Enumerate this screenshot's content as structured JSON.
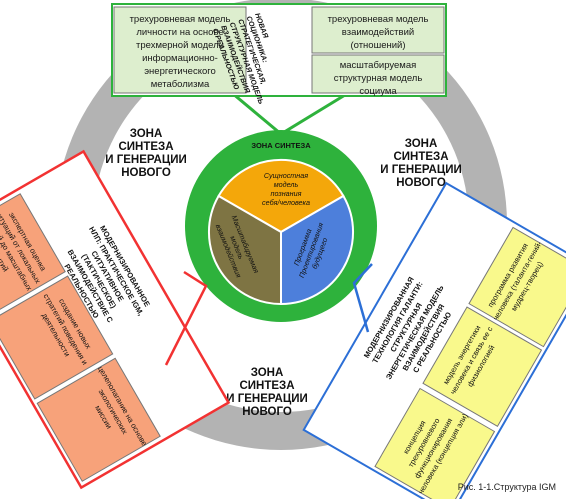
{
  "zones": {
    "top_right": [
      "ЗОНА",
      "СИНТЕЗА",
      "И ГЕНЕРАЦИИ",
      "НОВОГО"
    ],
    "top_left": [
      "ЗОНА",
      "СИНТЕЗА",
      "И ГЕНЕРАЦИИ",
      "НОВОГО"
    ],
    "bottom": [
      "ЗОНА",
      "СИНТЕЗА",
      "И ГЕНЕРАЦИИ",
      "НОВОГО"
    ]
  },
  "inner_ring_label": "ЗОНА СИНТЕЗА",
  "core": {
    "top": [
      "Сущностная",
      "модель",
      "познания",
      "себя/человека"
    ],
    "left": [
      "Масштабируемая",
      "модель",
      "взаимодействия"
    ],
    "right": [
      "Программа",
      "Проектирования",
      "будущего"
    ]
  },
  "green_block": {
    "left_box": [
      "трехуровневая модель",
      "личности на основе",
      "трехмерной модели",
      "информационно-",
      "энергетического",
      "метаболизма"
    ],
    "center_rotated": [
      "НОВАЯ",
      "СОЦИОНИКА:",
      "СТРАТЕГИЧЕСКАЯ,",
      "СТРУКТУРНАЯ МОДЕЛЬ",
      "ВЗАИМОДЕЙСТВИЯ",
      "С РЕАЛЬНОСТЬЮ"
    ],
    "right_top_box": [
      "трехуровневая модель",
      "взаимодействий",
      "(отношений)"
    ],
    "right_bottom_box": [
      "масштабируемая",
      "структурная модель",
      "социума"
    ]
  },
  "red_block": {
    "main": [
      "МОДЕРНИЗИРОВАННОЕ",
      "НЛП: ПРАКТИЧЕСКОЕ IGM,",
      "СИТУАТИВНОЕ",
      "(ТАКТИЧЕСКОЕ)",
      "ВЗАИМОДЕЙСТВИЕ С",
      "РЕАЛЬНОСТЬЮ"
    ],
    "top_box": [
      "экспертная оценка",
      "ситуаций от локальных",
      "реакций до масштабных",
      "событий"
    ],
    "bottom_left_box": [
      "целеполагание на основе",
      "экологических",
      "миссии"
    ],
    "bottom_right_box": [
      "создание новых",
      "стратегий поведения и",
      "деятельности"
    ]
  },
  "blue_block": {
    "main": [
      "МОДЕРНИЗИРОВАННАЯ",
      "ТЕХНОЛОГИЯ ГАЛАНТИ:",
      "СТРУКТУРНАЯ",
      "ЭНЕРГЕТИЧЕСКАЯ МОДЕЛЬ",
      "ВЗАИМОДЕЙСТВИЯ",
      "С РЕАЛЬНОСТЬЮ"
    ],
    "top_box_a": [
      "программа развития",
      "человека (таланта-гений-",
      "мудрец-творец)"
    ],
    "top_box_b": [
      "модель энергетики",
      "человека и связь ее с",
      "физиологией"
    ],
    "bottom_box": [
      "концепция",
      "трехуровневого",
      "функционирования",
      "человека (концепция эли)"
    ]
  },
  "caption": "Рис. 1-1.Структура IGM",
  "colors": {
    "outer_ring": "#b3b3b3",
    "white_disc": "#ffffff",
    "green": "#2eb23c",
    "green_box": "#ddeece",
    "orange_wedge": "#f4a70a",
    "olive_wedge": "#7e7443",
    "blue_wedge": "#4d7fdb",
    "red_box": "#f7a27a",
    "red_line": "#f23232",
    "yellow_box": "#f9f98c",
    "blue_line": "#2c6fd6"
  }
}
